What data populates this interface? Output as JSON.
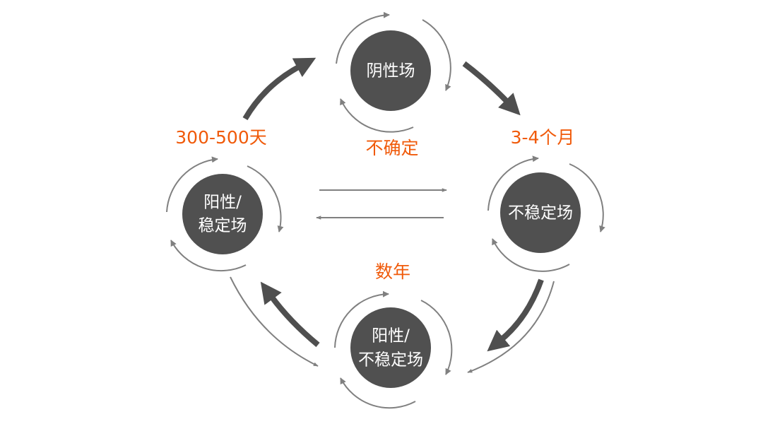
{
  "nodes": {
    "top": {
      "label": "阴性场"
    },
    "left": {
      "line1": "阳性/",
      "line2": "稳定场"
    },
    "right": {
      "label": "不稳定场"
    },
    "bottom": {
      "line1": "阳性/",
      "line2": "不稳定场"
    }
  },
  "annotations": {
    "left_duration": "300-500天",
    "right_duration": "3-4个月",
    "center_label": "不确定",
    "bottom_duration": "数年"
  },
  "colors": {
    "node_fill": "#505050",
    "accent_orange": "#f05a0a",
    "connector_gray": "#808080",
    "thick_arrow": "#4f4f4f"
  }
}
